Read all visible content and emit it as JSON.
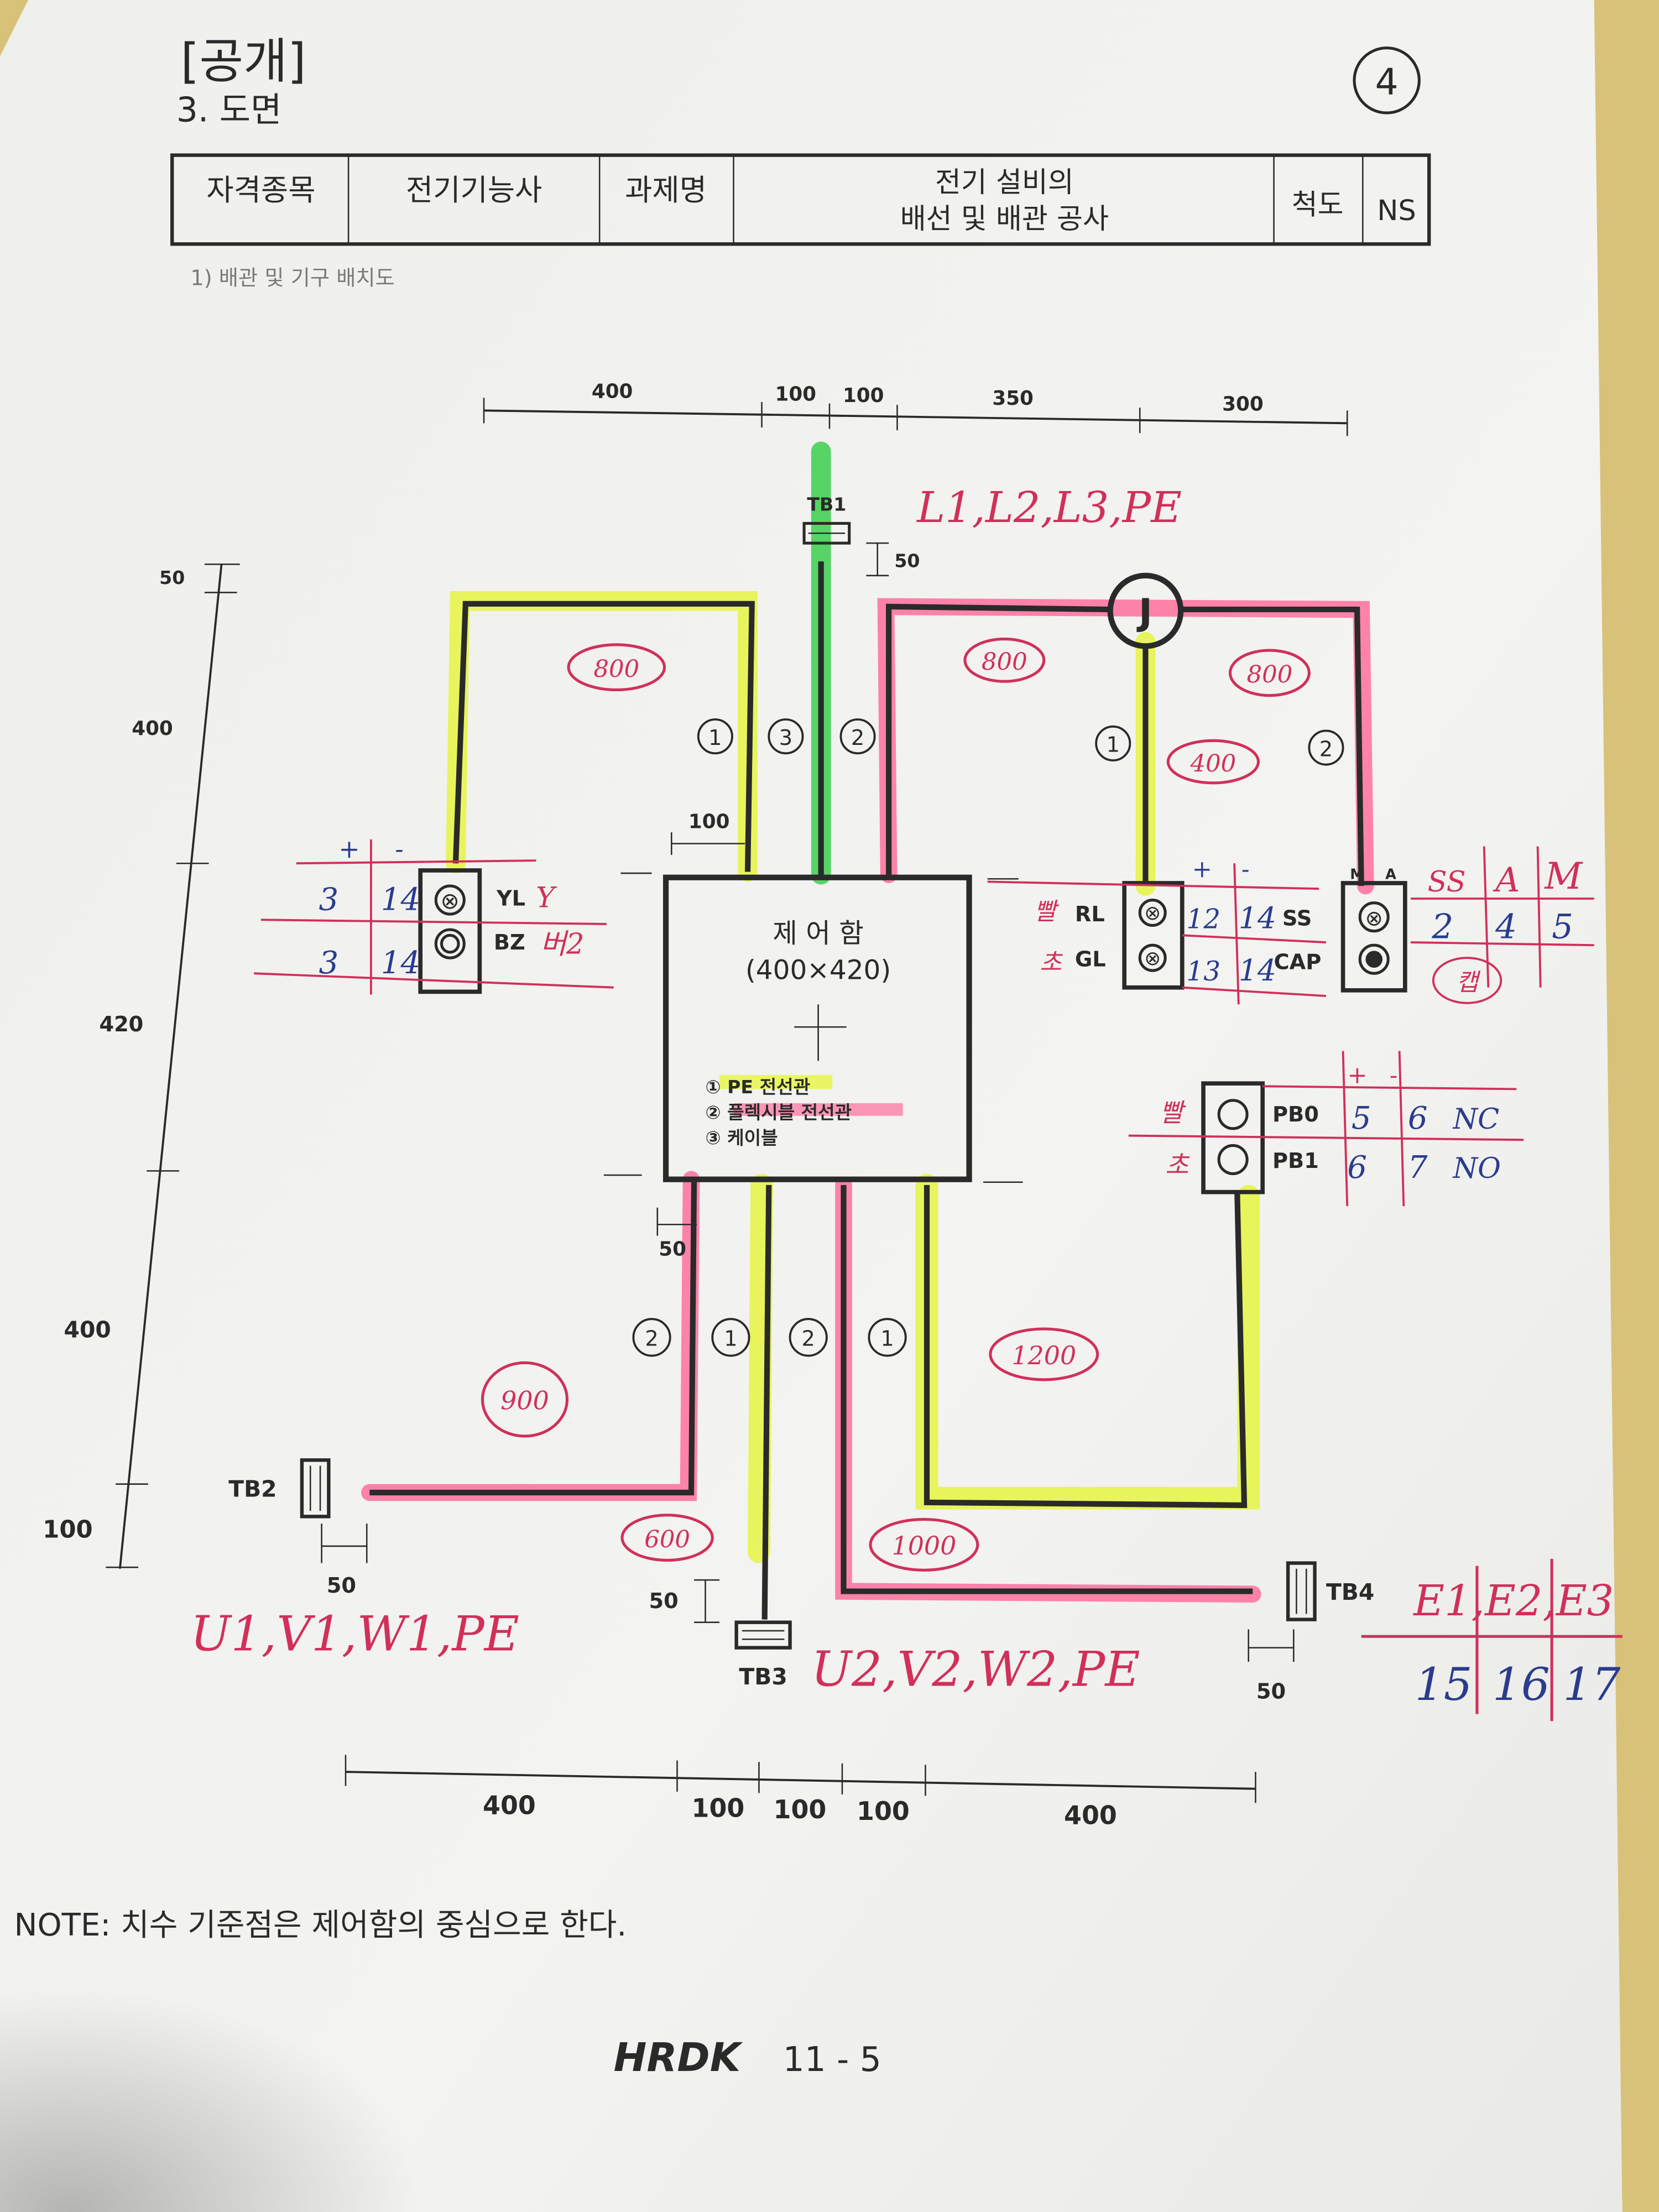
{
  "header": {
    "stamp": "[공개]",
    "section": "3. 도면",
    "sheet_number": "4",
    "subtitle": "1) 배관 및 기구 배치도"
  },
  "title_table": {
    "qualification_label": "자격종목",
    "qualification_value": "전기기능사",
    "task_label": "과제명",
    "task_value_line1": "전기 설비의",
    "task_value_line2": "배선 및 배관 공사",
    "scale_label": "척도",
    "scale_value": "NS"
  },
  "dimensions": {
    "top": [
      "400",
      "100",
      "100",
      "350",
      "300"
    ],
    "left": [
      "50",
      "400",
      "420",
      "400",
      "100"
    ],
    "bottom": [
      "400",
      "100",
      "100",
      "100",
      "400"
    ],
    "small": {
      "box_offset": "100",
      "tb1": "50",
      "box_bottom": "50",
      "tb3": "50",
      "tb2": "50",
      "tb4": "50"
    }
  },
  "control_box": {
    "title": "제 어 함",
    "size": "(400×420)",
    "legend": [
      "① PE 전선관",
      "② 플렉시블 전선관",
      "③ 케이블"
    ]
  },
  "devices": {
    "tb1": "TB1",
    "tb2": "TB2",
    "tb3": "TB3",
    "tb4": "TB4",
    "junction": "J",
    "yl": "YL",
    "bz": "BZ",
    "rl": "RL",
    "gl": "GL",
    "ss": "SS",
    "cap": "CAP",
    "m": "M",
    "a": "A",
    "pb0": "PB0",
    "pb1": "PB1"
  },
  "conduit_markers": {
    "top_left": [
      "1",
      "3",
      "2"
    ],
    "top_right": [
      "1",
      "2"
    ],
    "bottom": [
      "2",
      "1",
      "2",
      "1"
    ]
  },
  "colors": {
    "pe_conduit": "#e6f542",
    "flexible_conduit": "#ff6f9c",
    "cable": "#3ccf4e",
    "handwriting_pink": "#d0305a",
    "handwriting_blue": "#2a3c8c"
  },
  "handwritten": {
    "tb1_wires": "L1,L2,L3,PE",
    "tb2_wires": "U1,V1,W1,PE",
    "tb3_wires": "U2,V2,W2,PE",
    "tb4_wires": "E1,E2,E3",
    "tb4_numbers": [
      "15",
      "16",
      "17"
    ],
    "lengths": {
      "top_left": "800",
      "top_mid": "800",
      "top_right": "800",
      "j_down": "400",
      "right_bottom": "1200",
      "tb2": "900",
      "tb3": "600",
      "tb4": "1000"
    },
    "yl_bz_table": {
      "head": [
        "+",
        "-"
      ],
      "rows": [
        [
          "3",
          "14"
        ],
        [
          "3",
          "14"
        ]
      ],
      "yl_note": "Y",
      "bz_note": "버2"
    },
    "rl_gl_table": {
      "head": [
        "+",
        "-"
      ],
      "rows": [
        [
          "12",
          "14"
        ],
        [
          "13",
          "14"
        ]
      ],
      "rl_note": "빨",
      "gl_note": "초"
    },
    "ss_table": {
      "head": [
        "SS",
        "A",
        "M"
      ],
      "row": [
        "2",
        "4",
        "5"
      ],
      "note": "캡"
    },
    "pb_table": {
      "head": [
        "+",
        "-"
      ],
      "rows": [
        [
          "5",
          "6",
          "NC"
        ],
        [
          "6",
          "7",
          "NO"
        ]
      ],
      "pb0_note": "빨",
      "pb1_note": "초"
    }
  },
  "footer": {
    "note": "NOTE: 치수 기준점은 제어함의 중심으로 한다.",
    "logo": "HRDK",
    "page": "11 - 5"
  }
}
